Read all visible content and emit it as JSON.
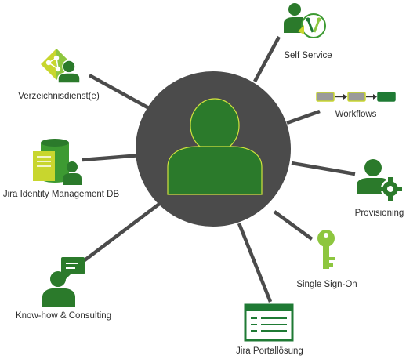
{
  "hub": {
    "circle_color": "#4b4b4b",
    "icon": "user-silhouette-icon",
    "icon_fill": "#2b7a2b",
    "icon_outline": "#cfe23d"
  },
  "connector_color": "#4b4b4b",
  "palette": {
    "dark_green": "#1f7a34",
    "mid_green": "#3d9a32",
    "light_green": "#8dc63f",
    "lime": "#c8d62e",
    "gray": "#9a9a9a"
  },
  "nodes": {
    "self_service": {
      "label": "Self Service",
      "icon": "user-tools-icon"
    },
    "workflows": {
      "label": "Workflows",
      "icon": "workflow-arrows-icon"
    },
    "provisioning": {
      "label": "Provisioning",
      "icon": "user-gear-icon"
    },
    "sso": {
      "label": "Single Sign-On",
      "icon": "key-icon"
    },
    "portal": {
      "label": "Jira Portallösung",
      "icon": "browser-window-icon"
    },
    "knowhow": {
      "label": "Know-how & Consulting",
      "icon": "user-speech-bubble-icon"
    },
    "idm_db": {
      "label": "Jira Identity Management DB",
      "icon": "database-user-icon"
    },
    "directory": {
      "label": "Verzeichnisdienst(e)",
      "icon": "directory-network-user-icon"
    }
  }
}
